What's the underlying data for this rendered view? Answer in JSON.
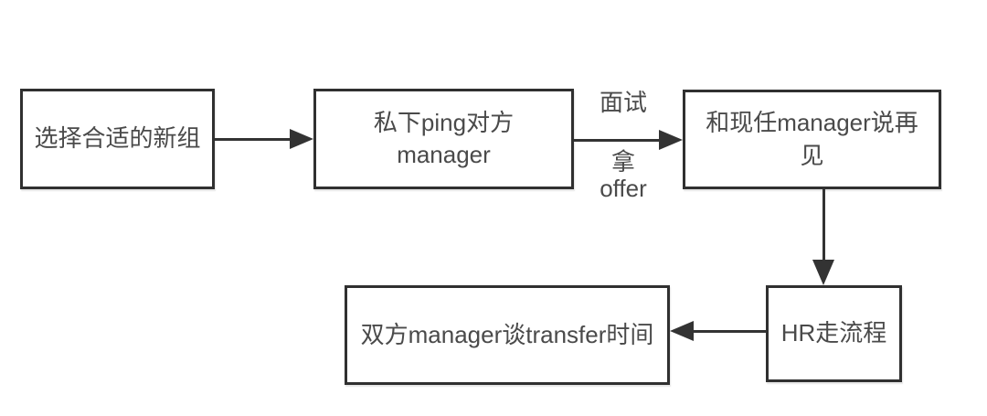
{
  "diagram": {
    "type": "flowchart",
    "colors": {
      "background": "#ffffff",
      "node_fill": "#ffffff",
      "node_border": "#303030",
      "text": "#4a4a4a",
      "arrow": "#333333"
    },
    "nodes": [
      {
        "id": "choose-new-team",
        "label": "选择合适的新组"
      },
      {
        "id": "ping-target-manager",
        "label": "私下ping对方\nmanager"
      },
      {
        "id": "say-goodbye-current-manager",
        "label": "和现任manager说再\n见"
      },
      {
        "id": "hr-process",
        "label": "HR走流程"
      },
      {
        "id": "managers-discuss-transfer-time",
        "label": "双方manager谈transfer时间"
      }
    ],
    "edges": [
      {
        "from": "choose-new-team",
        "to": "ping-target-manager",
        "label": ""
      },
      {
        "from": "ping-target-manager",
        "to": "say-goodbye-current-manager",
        "label": "面试 拿 offer",
        "label_parts": {
          "above": "面试",
          "below1": "拿",
          "below2": "offer"
        }
      },
      {
        "from": "say-goodbye-current-manager",
        "to": "hr-process",
        "label": ""
      },
      {
        "from": "hr-process",
        "to": "managers-discuss-transfer-time",
        "label": ""
      }
    ]
  }
}
